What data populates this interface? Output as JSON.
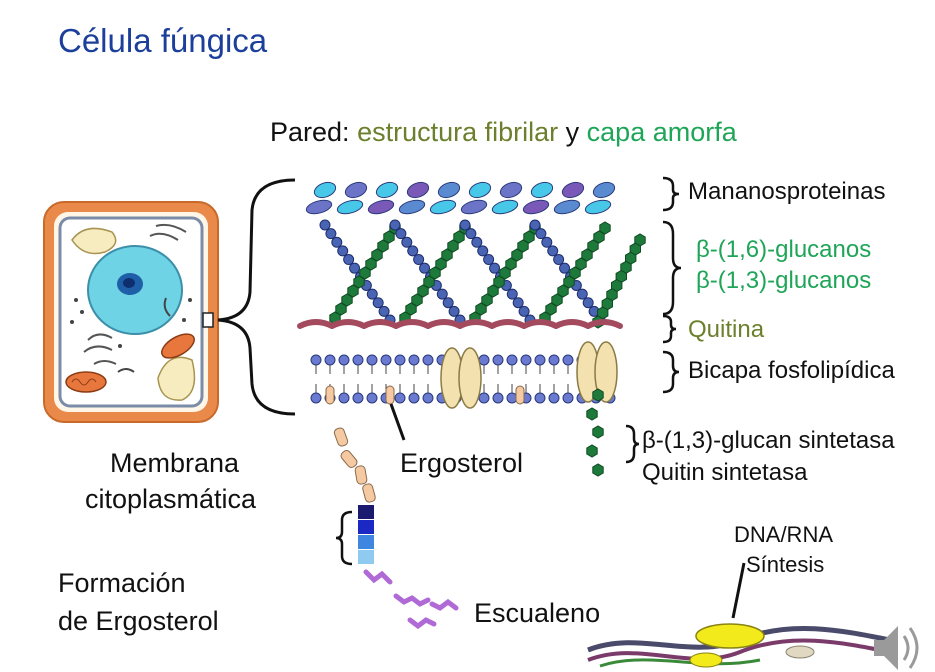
{
  "title": "Célula fúngica",
  "wall_heading": {
    "prefix": "Pared: ",
    "fibrilar": "estructura fibrilar",
    "conjunction": " y ",
    "amorfa": "capa amorfa"
  },
  "layers": {
    "mananoproteins": "Mananosproteinas",
    "glucan_16": "β-(1,6)-glucanos",
    "glucan_13": "β-(1,3)-glucanos",
    "chitin": "Quitina",
    "bilayer": "Bicapa fosfolipídica"
  },
  "enzymes": {
    "glucan_synthase": "β-(1,3)-glucan sintetasa",
    "chitin_synthase": "Quitin sintetasa"
  },
  "membrane_label": {
    "line1": "Membrana",
    "line2": "citoplasmática"
  },
  "ergosterol_label": "Ergosterol",
  "escualeno_label": "Escualeno",
  "formation_label": {
    "line1": "Formación",
    "line2": "de Ergosterol"
  },
  "dna_label": {
    "line1": "DNA/RNA",
    "line2": "Síntesis"
  },
  "colors": {
    "title": "#1c3f9c",
    "green_text": "#1fa558",
    "olive_text": "#6b7f2c",
    "glucan_blue": "#4a64b4",
    "chitin_green": "#1e7a3a",
    "quitina_red": "#a34a5e"
  }
}
